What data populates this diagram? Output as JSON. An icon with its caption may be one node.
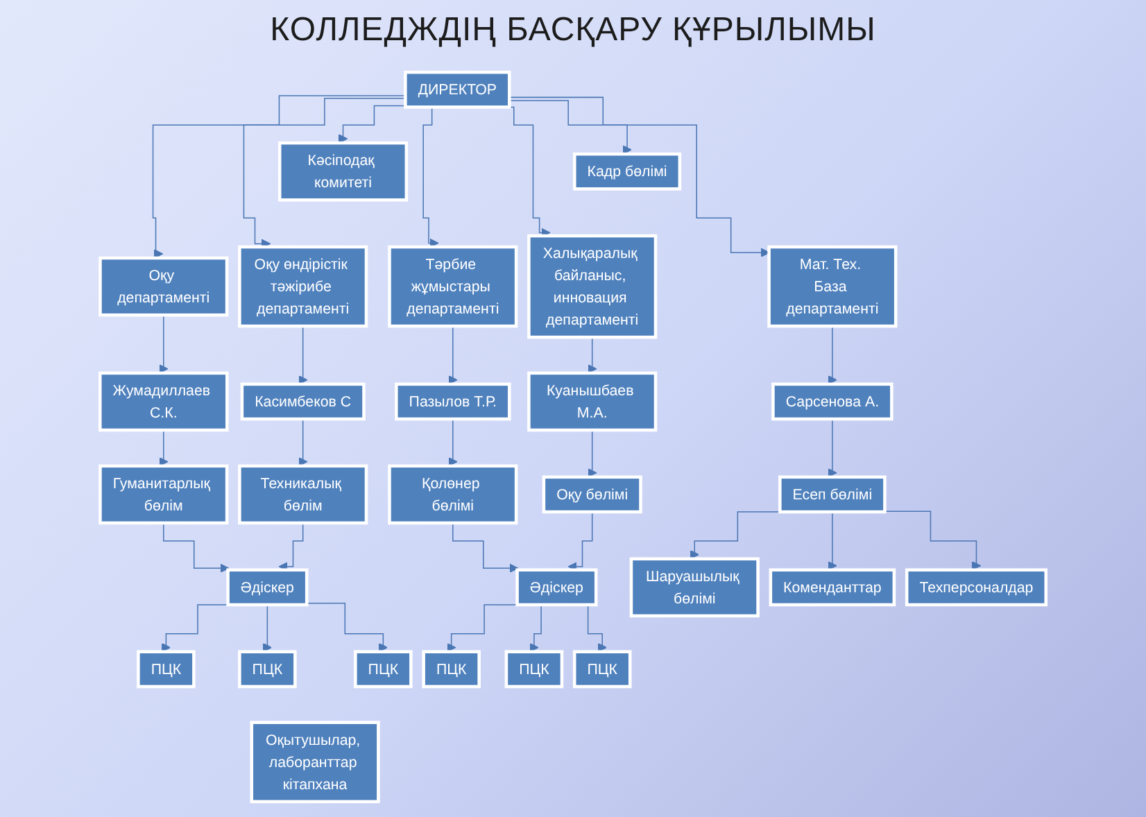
{
  "diagram": {
    "title": "КОЛЛЕДЖДІҢ БАСҚАРУ ҚҰРЫЛЫМЫ",
    "nodes": [
      {
        "text": [
          "ДИРЕКТОР"
        ]
      },
      {
        "text": [
          "Кәсіподақ комитеті"
        ]
      },
      {
        "text": [
          "Кадр бөлімі"
        ]
      },
      {
        "text": [
          "Оқу департаменті"
        ]
      },
      {
        "text": [
          "Оқу өндірістік тәжірибе департаменті"
        ]
      },
      {
        "text": [
          "Тәрбие жұмыстары департаменті"
        ]
      },
      {
        "text": [
          "Халықаралық байланыс, инновация департаменті"
        ]
      },
      {
        "text": [
          "Мат. Тех. База департаменті"
        ]
      },
      {
        "text": [
          "Жумадиллаев С.К."
        ]
      },
      {
        "text": [
          "Касимбеков С"
        ]
      },
      {
        "text": [
          "Пазылов Т.Р."
        ]
      },
      {
        "text": [
          "Куанышбаев М.А."
        ]
      },
      {
        "text": [
          "Сарсенова А."
        ]
      },
      {
        "text": [
          "Гуманитарлық бөлім"
        ]
      },
      {
        "text": [
          "Техникалық бөлім"
        ]
      },
      {
        "text": [
          "Қолөнер бөлімі"
        ]
      },
      {
        "text": [
          "Оқу бөлімі"
        ]
      },
      {
        "text": [
          "Есеп бөлімі"
        ]
      },
      {
        "text": [
          "Әдіскер"
        ]
      },
      {
        "text": [
          "Әдіскер"
        ]
      },
      {
        "text": [
          "Шаруашылық бөлімі"
        ]
      },
      {
        "text": [
          "Коменданттар"
        ]
      },
      {
        "text": [
          "ПЦК"
        ]
      },
      {
        "text": [
          "ПЦК"
        ]
      },
      {
        "text": [
          "ПЦК"
        ]
      },
      {
        "text": [
          "ПЦК"
        ]
      },
      {
        "text": [
          "ПЦК"
        ]
      },
      {
        "text": [
          "ПЦК"
        ]
      },
      {
        "text": [
          "Оқытушылар, лаборанттар кітапхана"
        ]
      },
      {
        "text": [
          "Техперсоналдар"
        ]
      }
    ],
    "edges": [
      {
        "from": 0,
        "to": 1,
        "arrow": "to"
      },
      {
        "from": 0,
        "to": 2,
        "arrow": "to"
      },
      {
        "from": 0,
        "to": 3,
        "arrow": "to"
      },
      {
        "from": 0,
        "to": 4,
        "arrow": "to"
      },
      {
        "from": 0,
        "to": 5,
        "arrow": "to"
      },
      {
        "from": 0,
        "to": 6,
        "arrow": "to"
      },
      {
        "from": 0,
        "to": 7,
        "arrow": "to"
      },
      {
        "from": 3,
        "to": 8,
        "arrow": "to"
      },
      {
        "from": 4,
        "to": 9,
        "arrow": "to"
      },
      {
        "from": 5,
        "to": 10,
        "arrow": "to"
      },
      {
        "from": 6,
        "to": 11,
        "arrow": "to"
      },
      {
        "from": 7,
        "to": 12,
        "arrow": "to"
      },
      {
        "from": 8,
        "to": 13,
        "arrow": "to"
      },
      {
        "from": 9,
        "to": 14,
        "arrow": "to"
      },
      {
        "from": 10,
        "to": 15,
        "arrow": "to"
      },
      {
        "from": 11,
        "to": 16,
        "arrow": "to"
      },
      {
        "from": 12,
        "to": 17,
        "arrow": "to"
      },
      {
        "from": 13,
        "to": 18,
        "arrow": "to"
      },
      {
        "from": 14,
        "to": 18,
        "arrow": "to"
      },
      {
        "from": 15,
        "to": 19,
        "arrow": "to"
      },
      {
        "from": 16,
        "to": 19,
        "arrow": "to"
      },
      {
        "from": 17,
        "to": 20,
        "arrow": "to"
      },
      {
        "from": 17,
        "to": 21,
        "arrow": "to"
      },
      {
        "from": 17,
        "to": 29,
        "arrow": "to"
      },
      {
        "from": 18,
        "to": 22,
        "arrow": "to"
      },
      {
        "from": 18,
        "to": 23,
        "arrow": "to"
      },
      {
        "from": 18,
        "to": 24,
        "arrow": "to"
      },
      {
        "from": 19,
        "to": 25,
        "arrow": "to"
      },
      {
        "from": 19,
        "to": 26,
        "arrow": "to"
      },
      {
        "from": 19,
        "to": 27,
        "arrow": "to"
      }
    ]
  }
}
